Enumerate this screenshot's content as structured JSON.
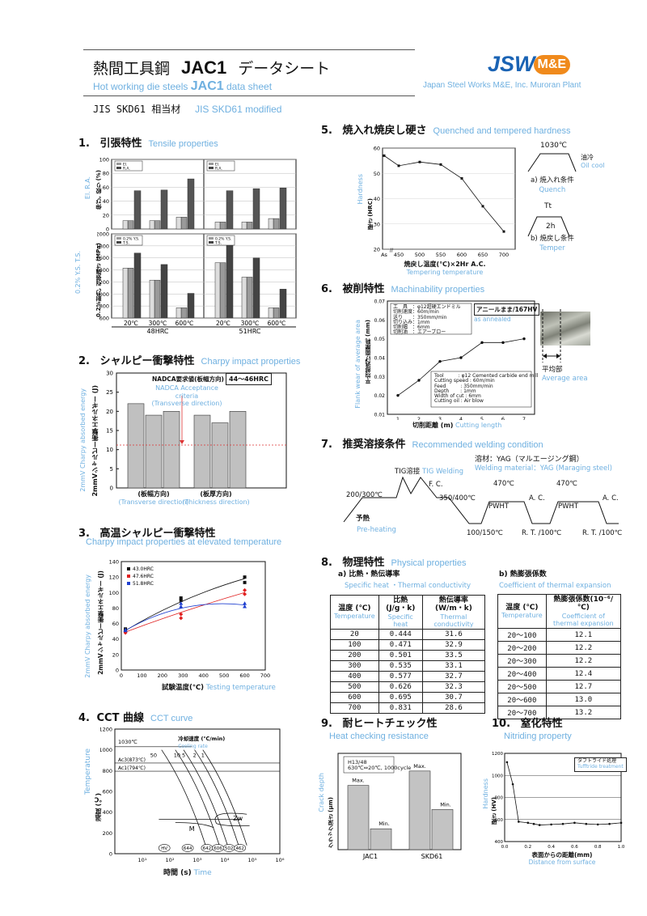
{
  "header": {
    "title_jp_prefix": "熱間工具鋼",
    "title_code": "JAC1",
    "title_jp_suffix": "データシート",
    "title_en_prefix": "Hot working die steels",
    "title_en_code": "JAC1",
    "title_en_suffix": "data sheet",
    "logo_jsw": "JSW",
    "logo_me": "M&E",
    "company": "Japan Steel Works M&E, Inc. Muroran Plant",
    "equiv_jp": "JIS SKD61 相当材",
    "equiv_en": "JIS SKD61 modified"
  },
  "sections": {
    "s1": {
      "num": "1.",
      "jp": "引張特性",
      "en": "Tensile properties"
    },
    "s2": {
      "num": "2.",
      "jp": "シャルピー衝撃特性",
      "en": "Charpy impact properties"
    },
    "s3": {
      "num": "3.",
      "jp": "高温シャルピー衝撃特性",
      "en": "Charpy impact properties at elevated temperature"
    },
    "s4": {
      "num": "4.",
      "jp": "CCT 曲線",
      "en": "CCT curve"
    },
    "s5": {
      "num": "5.",
      "jp": "焼入れ焼戻し硬さ",
      "en": "Quenched and tempered hardness"
    },
    "s6": {
      "num": "6.",
      "jp": "被削特性",
      "en": "Machinability properties"
    },
    "s7": {
      "num": "7.",
      "jp": "推奨溶接条件",
      "en": "Recommended welding condition"
    },
    "s8": {
      "num": "8.",
      "jp": "物理特性",
      "en": "Physical properties"
    },
    "s9": {
      "num": "9.",
      "jp": "耐ヒートチェック性",
      "en": "Heat checking resistance"
    },
    "s10": {
      "num": "10.",
      "jp": "窒化特性",
      "en": "Nitriding property"
    }
  },
  "tensile": {
    "ylabel_top_en": "El. R.A.",
    "ylabel_top_jp": "伸び, 絞り (%)",
    "ylabel_bot_en": "0.2% Y.S. T.S.",
    "ylabel_bot_jp": "0.2%耐力, 引張強さ (MPa)",
    "legend_top": [
      "El.",
      "R.A."
    ],
    "legend_bot": [
      "0.2% Y.S.",
      "T.S."
    ],
    "xticks": [
      "20℃",
      "300℃",
      "600℃"
    ],
    "groups": [
      "48HRC",
      "51HRC"
    ]
  },
  "charpy": {
    "ylabel_en": "2mmV Charpy absorbed energy",
    "ylabel_jp": "2mmVシャルピー衝撃エネルギー (J)",
    "nadca_jp": "NADCA要求値(板幅方向)",
    "nadca_range": "44～46HRC",
    "nadca_en1": "NADCA Acceptance criteria",
    "nadca_en2": "(Transverse direction)",
    "cat1_jp": "(板幅方向)",
    "cat1_en": "(Transverse direction)",
    "cat2_jp": "(板厚方向)",
    "cat2_en": "(Thickness direction)"
  },
  "hot_charpy": {
    "ylabel_en": "2mmV Charpy absorbed energy",
    "ylabel_jp": "2mmVシャルピー衝撃エネルギー (J)",
    "xlabel_jp": "試験温度(℃)",
    "xlabel_en": "Testing temperature",
    "legend": [
      "43.0HRC",
      "47.6HRC",
      "51.8HRC"
    ]
  },
  "cct": {
    "ylabel_jp": "温度 (℃)",
    "ylabel_en": "Temperature",
    "xlabel_jp": "時間 (s)",
    "xlabel_en": "Time",
    "austenitize": "1030℃",
    "cooling_jp": "冷却速度 (℃/min)",
    "cooling_en": "Cooling rate",
    "ac3": "Ac3(873℃)",
    "ac1": "Ac1(794℃)",
    "rates": [
      "50",
      "10",
      "5",
      "2",
      "1"
    ],
    "zone_m": "M",
    "zone_zw": "Zw",
    "hv": [
      "HV",
      "644",
      "642",
      "606",
      "502",
      "462"
    ]
  },
  "temper": {
    "ylabel_jp": "硬さ (HRC)",
    "ylabel_en": "Hardness",
    "xlabel_jp": "焼戻し温度(℃)×2Hr A.C.",
    "xlabel_en": "Tempering temperature",
    "quench_temp": "1030℃",
    "oil_jp": "油冷",
    "oil_en": "Oil cool",
    "quench_jp": "a) 焼入れ条件",
    "quench_en": "Quench",
    "temper_t": "Tt",
    "temper_h": "2h",
    "temper_jp": "b) 焼戻し条件",
    "temper_en": "Temper"
  },
  "machin": {
    "ylabel_en": "Flank wear of average area",
    "ylabel_jp": "平均部逃げ面摩耗 (mm)",
    "xlabel_jp": "切削距離 (m)",
    "xlabel_en": "Cutting length",
    "annealed_jp": "アニールまま/167HV",
    "annealed_en": "as annealed",
    "cond_jp": [
      "工　具　：φ12超硬エンドミル",
      "切削速度：60m/min",
      "送り　　：350mm/min",
      "切り込み：1mm",
      "切削幅　：6mm",
      "切削油　：エアーブロー"
    ],
    "cond_en": [
      "Tool　　　: φ12 Cemented carbide end mill",
      "Cutting speed : 60m/min",
      "Feed　　　: 350mm/min",
      "Depth　　 : 1mm",
      "Width of cut : 6mm",
      "Cutting oil : Air blow"
    ],
    "avg_jp": "平均部",
    "avg_en": "Average area"
  },
  "welding": {
    "rod_jp": "溶材：YAG（マルエージング鋼）",
    "rod_en": "Welding material：YAG (Maraging steel)",
    "tig_jp": "TIG溶接",
    "tig_en": "TIG Welding",
    "preheat_temp": "200/300℃",
    "preheat_jp": "予熱",
    "preheat_en": "Pre-heating",
    "fc": "F. C.",
    "t350": "350/400℃",
    "t100": "100/150℃",
    "pwht1_temp": "470℃",
    "pwht2_temp": "470℃",
    "pwht": "PWHT",
    "ac": "A. C.",
    "rt": "R. T. /100℃"
  },
  "physical": {
    "a_jp": "a) 比熱・熱伝導率",
    "a_en": "Specific heat ・Thermal conductivity",
    "b_jp": "b) 熱膨張係数",
    "b_en": "Coefficient of thermal expansion",
    "th_temp": "温度 (℃)",
    "th_temp_en": "Temperature",
    "th_heat": "比熱 (J/g・k)",
    "th_heat_en": "Specific heat",
    "th_cond": "熱伝導率 (W/m・k)",
    "th_cond_en": "Thermal conductivity",
    "th_exp": "熱膨張係数(10⁻⁶/℃)",
    "th_exp_en": "Coefficient of thermal expansion",
    "rows_a": [
      [
        "20",
        "0.444",
        "31.6"
      ],
      [
        "100",
        "0.471",
        "32.9"
      ],
      [
        "200",
        "0.501",
        "33.5"
      ],
      [
        "300",
        "0.535",
        "33.1"
      ],
      [
        "400",
        "0.577",
        "32.7"
      ],
      [
        "500",
        "0.626",
        "32.3"
      ],
      [
        "600",
        "0.695",
        "30.7"
      ],
      [
        "700",
        "0.831",
        "28.6"
      ]
    ],
    "rows_b": [
      [
        "20～100",
        "12.1"
      ],
      [
        "20～200",
        "12.2"
      ],
      [
        "20～300",
        "12.2"
      ],
      [
        "20～400",
        "12.4"
      ],
      [
        "20～500",
        "12.7"
      ],
      [
        "20～600",
        "13.0"
      ],
      [
        "20～700",
        "13.2"
      ]
    ]
  },
  "heatcheck": {
    "ylabel_jp": "クラック深さ (μm)",
    "ylabel_en": "Crack depth",
    "cond1": "H13/48",
    "cond2": "630℃⇔20℃, 1000cycle",
    "max": "Max.",
    "min": "Min."
  },
  "nitriding": {
    "ylabel_jp": "硬さ (HV)",
    "ylabel_en": "Hardness",
    "xlabel_jp": "表面からの距離(mm)",
    "xlabel_en": "Distance from surface",
    "legend_jp": "タフトライド処理",
    "legend_en": "Tufftride treatment"
  },
  "chart_data": [
    {
      "id": "tensile_elongation",
      "type": "bar",
      "categories": [
        "48HRC 20℃",
        "48HRC 300℃",
        "48HRC 600℃",
        "51HRC 20℃",
        "51HRC 300℃",
        "51HRC 600℃"
      ],
      "series": [
        {
          "name": "El.",
          "values": [
            12,
            12,
            17,
            10,
            10,
            15
          ]
        },
        {
          "name": "R.A.",
          "values": [
            55,
            56,
            72,
            55,
            58,
            59
          ]
        }
      ],
      "ylim": [
        0,
        100
      ]
    },
    {
      "id": "tensile_strength",
      "type": "bar",
      "categories": [
        "48HRC 20℃",
        "48HRC 300℃",
        "48HRC 600℃",
        "51HRC 20℃",
        "51HRC 300℃",
        "51HRC 600℃"
      ],
      "series": [
        {
          "name": "0.2% Y.S.",
          "values": [
            1430,
            1230,
            770,
            1520,
            1280,
            770
          ]
        },
        {
          "name": "T.S.",
          "values": [
            1680,
            1490,
            1010,
            1820,
            1600,
            1080
          ]
        }
      ],
      "ylim": [
        600,
        2000
      ]
    },
    {
      "id": "charpy",
      "type": "bar",
      "groups": [
        "(板幅方向)",
        "(板厚方向)"
      ],
      "values": [
        22,
        19,
        20,
        19,
        17,
        20
      ],
      "ylim": [
        0,
        30
      ],
      "threshold": 11.2
    },
    {
      "id": "hot_charpy",
      "type": "scatter",
      "xlim": [
        0,
        700
      ],
      "ylim": [
        0,
        140
      ],
      "series": [
        {
          "name": "43.0HRC",
          "x": [
            20,
            20,
            290,
            290,
            600,
            600
          ],
          "y": [
            53,
            50,
            90,
            93,
            120,
            113
          ]
        },
        {
          "name": "47.6HRC",
          "x": [
            20,
            20,
            290,
            290,
            600,
            600
          ],
          "y": [
            50,
            48,
            72,
            67,
            103,
            98
          ]
        },
        {
          "name": "51.8HRC",
          "x": [
            20,
            20,
            290,
            290,
            600,
            600
          ],
          "y": [
            51,
            52,
            86,
            82,
            86,
            82
          ]
        }
      ]
    },
    {
      "id": "tempering",
      "type": "line",
      "x": [
        "As",
        "450",
        "500",
        "550",
        "600",
        "650",
        "700"
      ],
      "y": [
        57,
        53,
        54.5,
        53.5,
        48,
        37,
        27
      ],
      "ylim": [
        20,
        60
      ]
    },
    {
      "id": "machinability",
      "type": "line",
      "x": [
        1,
        2,
        3,
        4,
        5,
        6,
        7
      ],
      "y": [
        0.02,
        0.028,
        0.038,
        0.04,
        0.048,
        0.048,
        0.05
      ],
      "xlim": [
        0.5,
        7.5
      ],
      "ylim": [
        0.01,
        0.07
      ]
    },
    {
      "id": "heat_check",
      "type": "bar",
      "categories": [
        "JAC1",
        "SKD61"
      ],
      "series": [
        {
          "name": "Max.",
          "values": [
            80,
            98
          ]
        },
        {
          "name": "Min.",
          "values": [
            26,
            50
          ]
        }
      ],
      "ylim": [
        0,
        120
      ]
    },
    {
      "id": "nitriding",
      "type": "line",
      "x": [
        0.02,
        0.07,
        0.12,
        0.2,
        0.25,
        0.3,
        0.4,
        0.5,
        0.6,
        0.7,
        0.8,
        0.9,
        1.0
      ],
      "y": [
        1120,
        920,
        580,
        570,
        560,
        550,
        555,
        560,
        570,
        560,
        555,
        560,
        570
      ],
      "xlim": [
        0,
        1.0
      ],
      "ylim": [
        400,
        1200
      ]
    }
  ]
}
